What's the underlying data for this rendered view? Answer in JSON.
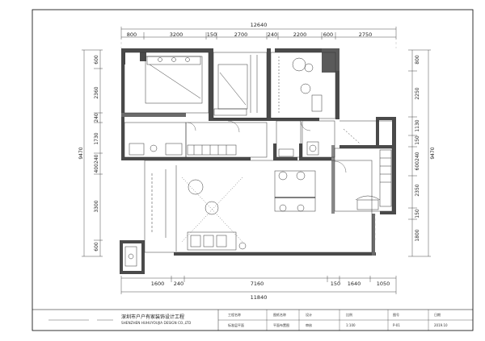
{
  "dimensions": {
    "top_total": "12640",
    "top_segments": [
      "800",
      "3200",
      "150",
      "2700",
      "240",
      "2200",
      "600",
      "2750"
    ],
    "bottom_total": "11840",
    "bottom_segments": [
      "1600",
      "240",
      "7160",
      "150",
      "1640",
      "1050"
    ],
    "left_total": "9470",
    "left_segments": [
      "600",
      "2360",
      "240",
      "1730",
      "400240",
      "3300",
      "600"
    ],
    "right_total": "9470",
    "right_segments": [
      "800",
      "2250",
      "1130",
      "150",
      "600240",
      "2350",
      "150",
      "1800"
    ]
  },
  "title_block": {
    "company_name": "深圳市户户有家装饰设计工程",
    "company_name_en": "SHENZHEN HUHUYOUJIA DESIGN CO.,LTD",
    "cells": [
      {
        "label": "工程名称",
        "value": "标准层平面"
      },
      {
        "label": "图纸名称",
        "value": "平面布置图"
      },
      {
        "label": "设计",
        "value": "审核"
      },
      {
        "label": "比例",
        "value": "1:100"
      },
      {
        "label": "图号",
        "value": "P-01"
      },
      {
        "label": "日期",
        "value": "2019.10"
      }
    ]
  },
  "colors": {
    "wall": "#4a4a4a",
    "wall_light": "#8a8a8a",
    "line": "#333333",
    "border": "#000000"
  }
}
